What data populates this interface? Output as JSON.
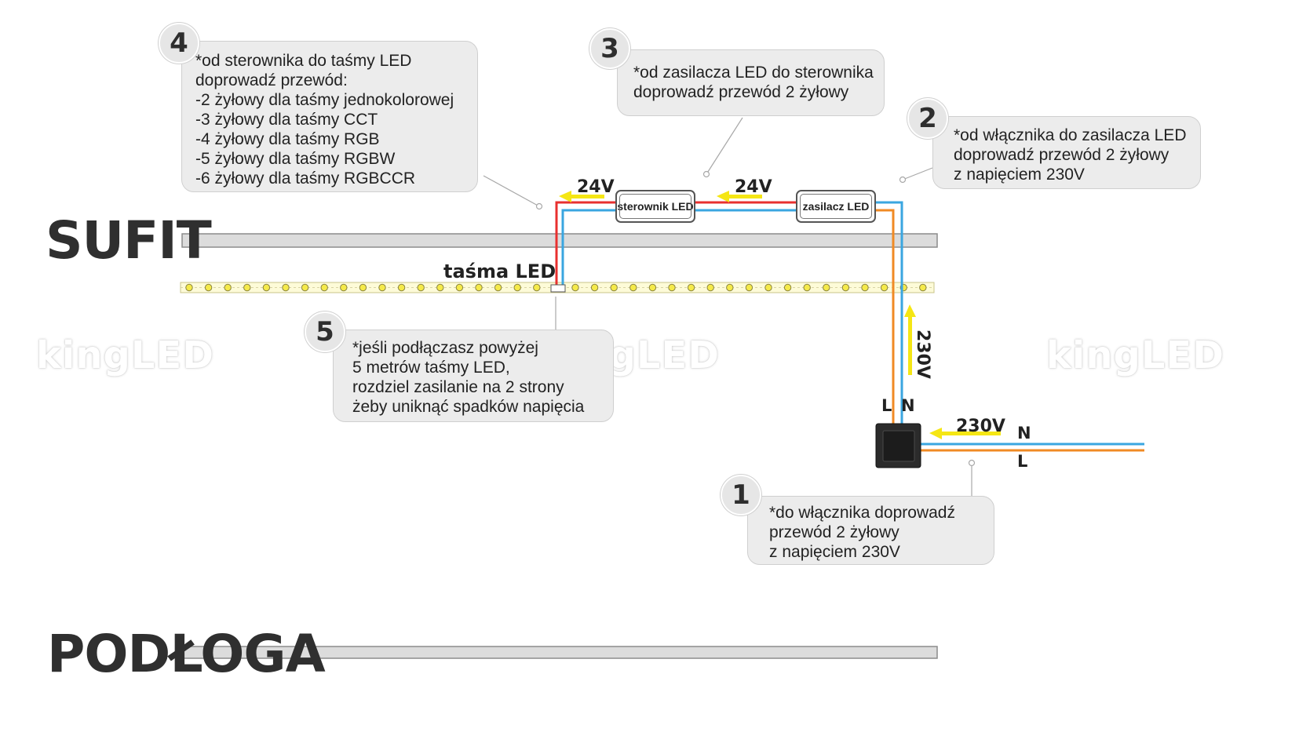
{
  "watermark": "kingLED",
  "labels": {
    "ceiling": "SUFIT",
    "floor": "PODŁOGA",
    "strip": "taśma LED"
  },
  "devices": {
    "controller": "sterownik LED",
    "power_supply": "zasilacz LED"
  },
  "voltages": {
    "controller_out": "24V",
    "psu_out": "24V",
    "feed_vertical": "230V",
    "switch_in": "230V"
  },
  "wires": {
    "L": "L",
    "N": "N"
  },
  "notes": [
    {
      "number": "1",
      "lines": [
        "*do włącznika doprowadź",
        "przewód 2 żyłowy",
        "z napięciem 230V"
      ]
    },
    {
      "number": "2",
      "lines": [
        "*od włącznika do zasilacza LED",
        "doprowadź przewód 2 żyłowy",
        "z napięciem 230V"
      ]
    },
    {
      "number": "3",
      "lines": [
        "*od zasilacza LED do sterownika",
        "doprowadź przewód 2 żyłowy"
      ]
    },
    {
      "number": "4",
      "lines": [
        "*od sterownika do taśmy LED",
        "doprowadź przewód:",
        "-2 żyłowy dla taśmy jednokolorowej",
        "-3 żyłowy dla taśmy CCT",
        "-4 żyłowy dla taśmy RGB",
        "-5 żyłowy dla taśmy RGBW",
        "-6 żyłowy dla taśmy RGBCCR"
      ]
    },
    {
      "number": "5",
      "lines": [
        "*jeśli podłączasz powyżej",
        "5 metrów taśmy LED,",
        "rozdziel zasilanie na 2 strony",
        "żeby uniknąć spadków napięcia"
      ]
    }
  ],
  "colors": {
    "wire_live": "#e8302f",
    "wire_neutral": "#3aa6e0",
    "wire_phase": "#f08a24",
    "arrow": "#f5e614",
    "led": "#f5ea4a",
    "strip": "#fdfbd8"
  }
}
